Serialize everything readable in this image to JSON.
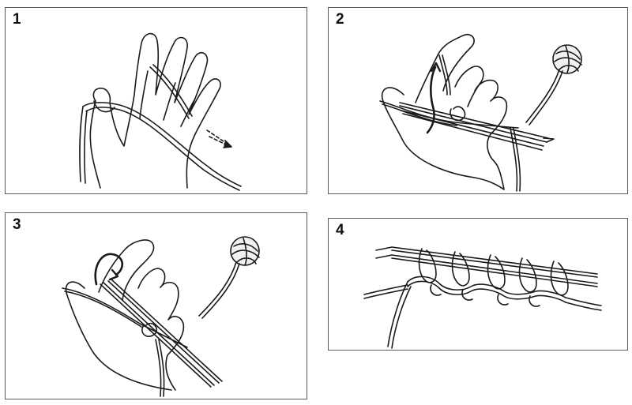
{
  "steps": [
    {
      "number": "1"
    },
    {
      "number": "2"
    },
    {
      "number": "3"
    },
    {
      "number": "4"
    }
  ],
  "colors": {
    "outline": "#1a1a1a",
    "yarn_fill": "#dcdcdc",
    "needle_fill": "#b8b8b8",
    "border": "#5a5a5a"
  }
}
